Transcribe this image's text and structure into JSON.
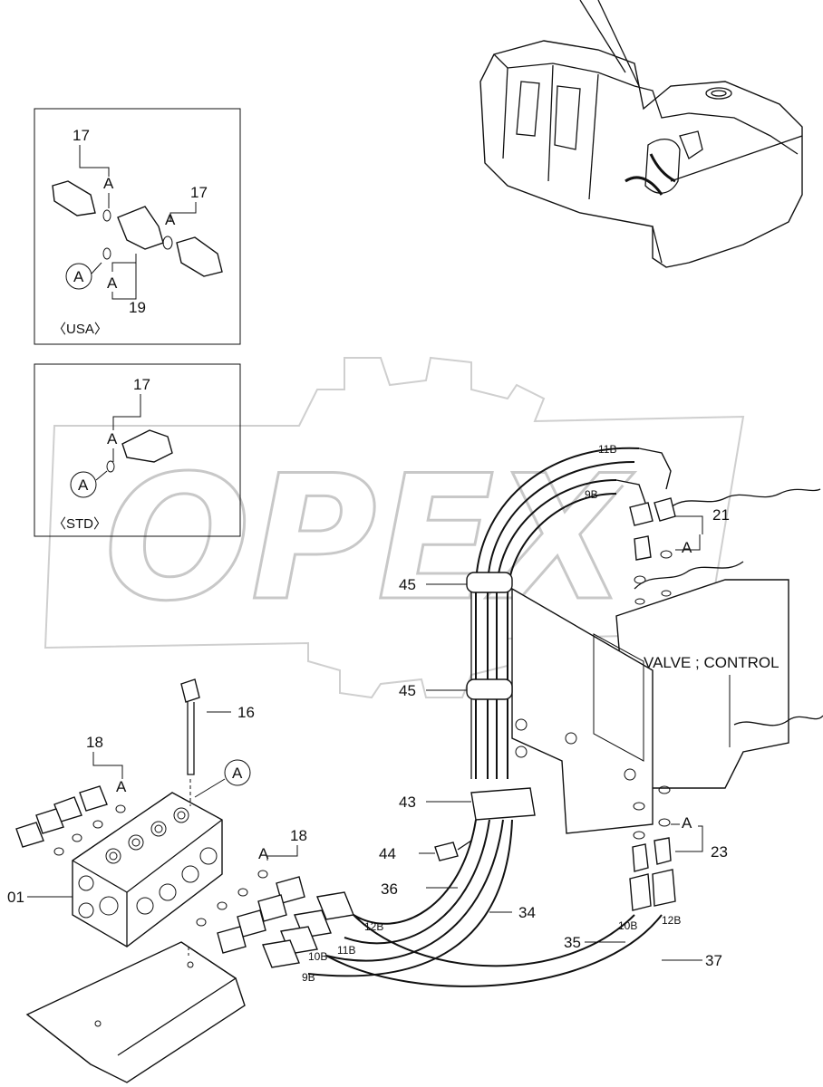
{
  "watermark": "OPEX",
  "insets": {
    "usa": {
      "caption": "〈USA〉",
      "parts": [
        "17",
        "17",
        "19"
      ],
      "ref_letters": [
        "A",
        "A",
        "A"
      ],
      "circle_ref": "A"
    },
    "std": {
      "caption": "〈STD〉",
      "parts": [
        "17"
      ],
      "ref_letters": [
        "A"
      ],
      "circle_ref": "A"
    }
  },
  "callouts": {
    "c16": "16",
    "c18a": "18",
    "c18b": "18",
    "c01": "01",
    "c45a": "45",
    "c45b": "45",
    "c43": "43",
    "c44": "44",
    "c36": "36",
    "c34": "34",
    "c35": "35",
    "c37": "37",
    "c21": "21",
    "c23": "23"
  },
  "hose_tags": {
    "h11B_top": "11B",
    "h9B_top": "9B",
    "h12B": "12B",
    "h11B": "11B",
    "h10B": "10B",
    "h9B": "9B",
    "h10B_r": "10B",
    "h12B_r": "12B"
  },
  "ref_letters": {
    "a18a": "A",
    "a18b": "A",
    "a21": "A",
    "a23": "A",
    "circle_main": "A"
  },
  "component_label": "VALVE ; CONTROL"
}
